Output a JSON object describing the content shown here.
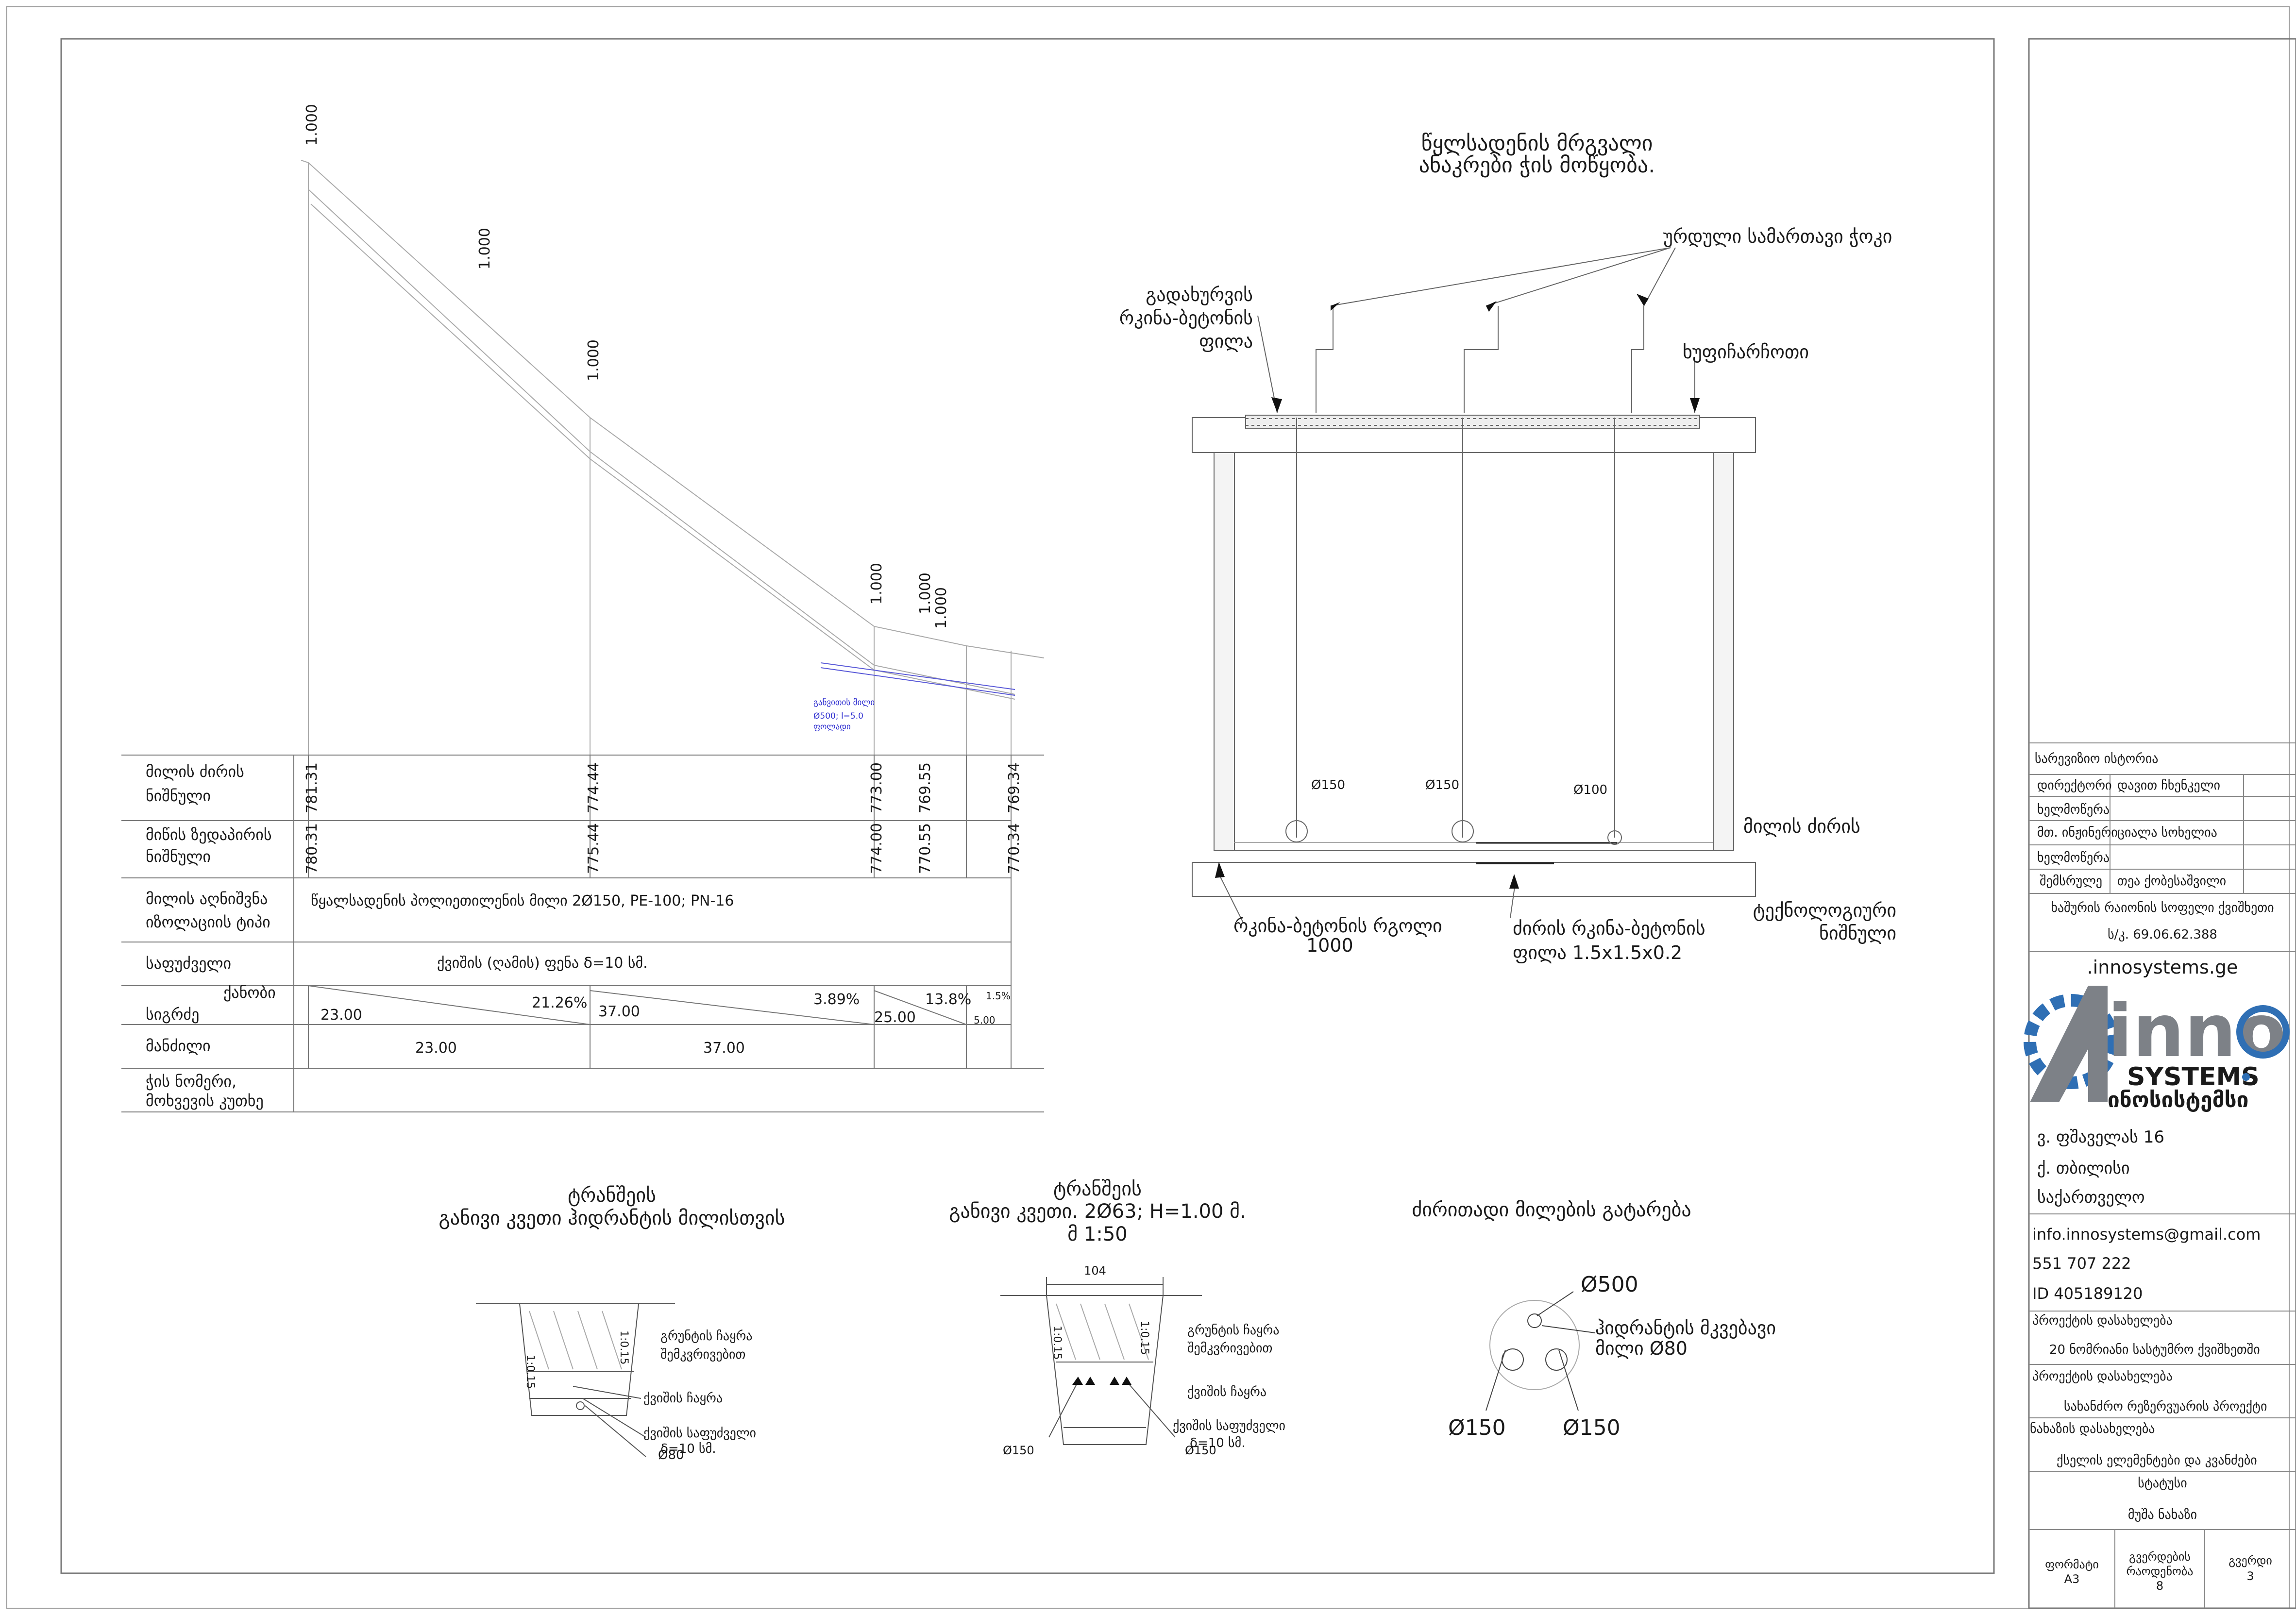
{
  "profile": {
    "slope_labels": [
      "1.000",
      "1.000",
      "1.000",
      "1.000",
      "1.000",
      "1.000"
    ],
    "pipe_note": [
      "განვითის მილი",
      "Ø500; l=5.0",
      "ფოლადი"
    ],
    "rows": {
      "ground_elev_label": [
        "მილის ძირის",
        "ნიშნული"
      ],
      "ground_elev": [
        "781.31",
        "774.44",
        "773.00",
        "769.55",
        "769.34"
      ],
      "top_elev_label": [
        "მიწის ზედაპირის",
        "ნიშნული"
      ],
      "top_elev": [
        "780.31",
        "775.44",
        "774.00",
        "770.55",
        "770.34"
      ],
      "pipe_label": [
        "მილის აღნიშვნა",
        "იზოლაციის ტიპი"
      ],
      "pipe_value": "წყალსადენის პოლიეთილენის მილი   2Ø150, PE-100; PN-16",
      "base_label": "საფუძველი",
      "base_value": "ქვიშის (ღამის) ფენა δ=10 სმ.",
      "slope_label": [
        "ქანობი",
        "სიგრძე"
      ],
      "slope_pct": [
        "21.26%",
        "3.89%",
        "13.8%",
        "1.5%"
      ],
      "slope_len": [
        "23.00",
        "37.00",
        "25.00",
        "5.00"
      ],
      "dist_label": "მანძილი",
      "dist": [
        "23.00",
        "37.00"
      ],
      "well_label": [
        "ჭის ნომერი,",
        "მოხვევის კუთხე"
      ]
    }
  },
  "well": {
    "title": [
      "წყლსადენის მრგვალი",
      "ანაკრები ჭის მოწყობა."
    ],
    "l_hatch": "ურდული სამართავი ჭოკი",
    "l_cover": [
      "გადახურვის",
      "რკინა-ბეტონის",
      "ფილა"
    ],
    "l_lid": "ხუფიჩარჩოთი",
    "l_bottom": "მილის ძირის",
    "l_tech": [
      "ტექნოლოგიური",
      "ნიშნული"
    ],
    "l_ring": [
      "რკინა-ბეტონის რგოლი",
      "1000"
    ],
    "l_slab": [
      "ძირის რკინა-ბეტონის",
      "ფილა 1.5х1.5х0.2"
    ],
    "dia": [
      "Ø150",
      "Ø150",
      "Ø100"
    ]
  },
  "trench1": {
    "title": [
      "ტრანშეის",
      "განივი კვეთი ჰიდრანტის მილისთვის"
    ],
    "slopes": [
      "1:0.15",
      "1:0.15"
    ],
    "l1": [
      "გრუნტის ჩაყრა",
      "შემკვრივებით"
    ],
    "l2": "ქვიშის ჩაყრა",
    "l3": [
      "ქვიშის საფუძველი",
      "δ=10 სმ."
    ],
    "pipe": "Ø80"
  },
  "trench2": {
    "title": [
      "ტრანშეის",
      "განივი კვეთი. 2Ø63; H=1.00 მ.",
      "მ 1:50"
    ],
    "width": "104",
    "slopes": [
      "1:0.15",
      "1:0.15"
    ],
    "l1": [
      "გრუნტის ჩაყრა",
      "შემკვრივებით"
    ],
    "l2": "ქვიშის ჩაყრა",
    "l3": [
      "ქვიშის საფუძველი",
      "δ=10 სმ."
    ],
    "pipes": [
      "Ø150",
      "Ø150"
    ]
  },
  "pipes_section": {
    "title": "ძირითადი მილების გატარება",
    "d500": "Ø500",
    "hydrant": [
      "ჰიდრანტის მკვებავი",
      "მილი Ø80"
    ],
    "d150a": "Ø150",
    "d150b": "Ø150"
  },
  "title_block": {
    "revision_history": "სარევიზიო ისტორია",
    "director_label": "დირექტორი",
    "director_name": "დავით ჩხენკელი",
    "sign1": "ხელმოწერა",
    "chief_eng_label": "მთ. ინჟინერი",
    "chief_eng_name": "ციალა სოხელია",
    "sign2": "ხელმოწერა",
    "executor_label": "შემსრულე",
    "executor_name": "თეა ქობესაშვილი",
    "client": "ხაშურის რაიონის სოფელი ქვიშხეთი",
    "client_id": "ს/კ. 69.06.62.388",
    "website": ".innosystems.ge",
    "logo_text": "inno",
    "logo_sub": "SYSTEMS",
    "logo_geo": "ინოსისტემსი",
    "address1": "ვ. ფშაველას 16",
    "address2": "ქ. თბილისი",
    "address3": "საქართველო",
    "email": "info.innosystems@gmail.com",
    "phone": "551 707 222",
    "company_id": "ID 405189120",
    "project_name_label": "პროექტის დასახელება",
    "project_name": "20 ნომრიანი სასტუმრო ქვიშხეთში",
    "project_name_label2": "პროექტის დასახელება",
    "project_name2": "სახანძრო რეზერვუარის პროექტი",
    "sheet_name_label": "ნახაზის დასახელება",
    "sheet_name": "ქსელის ელემენტები და კვანძები",
    "status_label": "სტატუსი",
    "status": "მუშა ნახაზი",
    "format_label": "ფორმატი",
    "format": "A3",
    "pages_label": [
      "გვერდების",
      "რაოდენობა"
    ],
    "pages": "8",
    "page_label": "გვერდი",
    "page": "3"
  },
  "colors": {
    "line": "#333333",
    "thin": "#9a9a9a",
    "note": "#2f2fd0",
    "logo_blue": "#2f6fb4",
    "logo_gray": "#7d8187"
  }
}
